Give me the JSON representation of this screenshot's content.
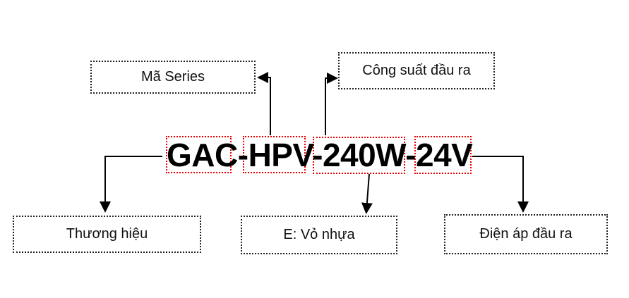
{
  "code": {
    "brand": "GAC",
    "sep1": "-",
    "series": "HPV",
    "sep2": "-",
    "power": "240W",
    "sep3": "-",
    "voltage": "24V"
  },
  "labels": {
    "series": "Mã Series",
    "power": "Công suất đầu ra",
    "brand": "Thương hiệu",
    "case": "E: Vỏ nhựa",
    "voltage": "Điện áp đầu ra"
  },
  "colors": {
    "segment_border": "#e00000",
    "label_border": "#222222",
    "arrow": "#000000"
  }
}
